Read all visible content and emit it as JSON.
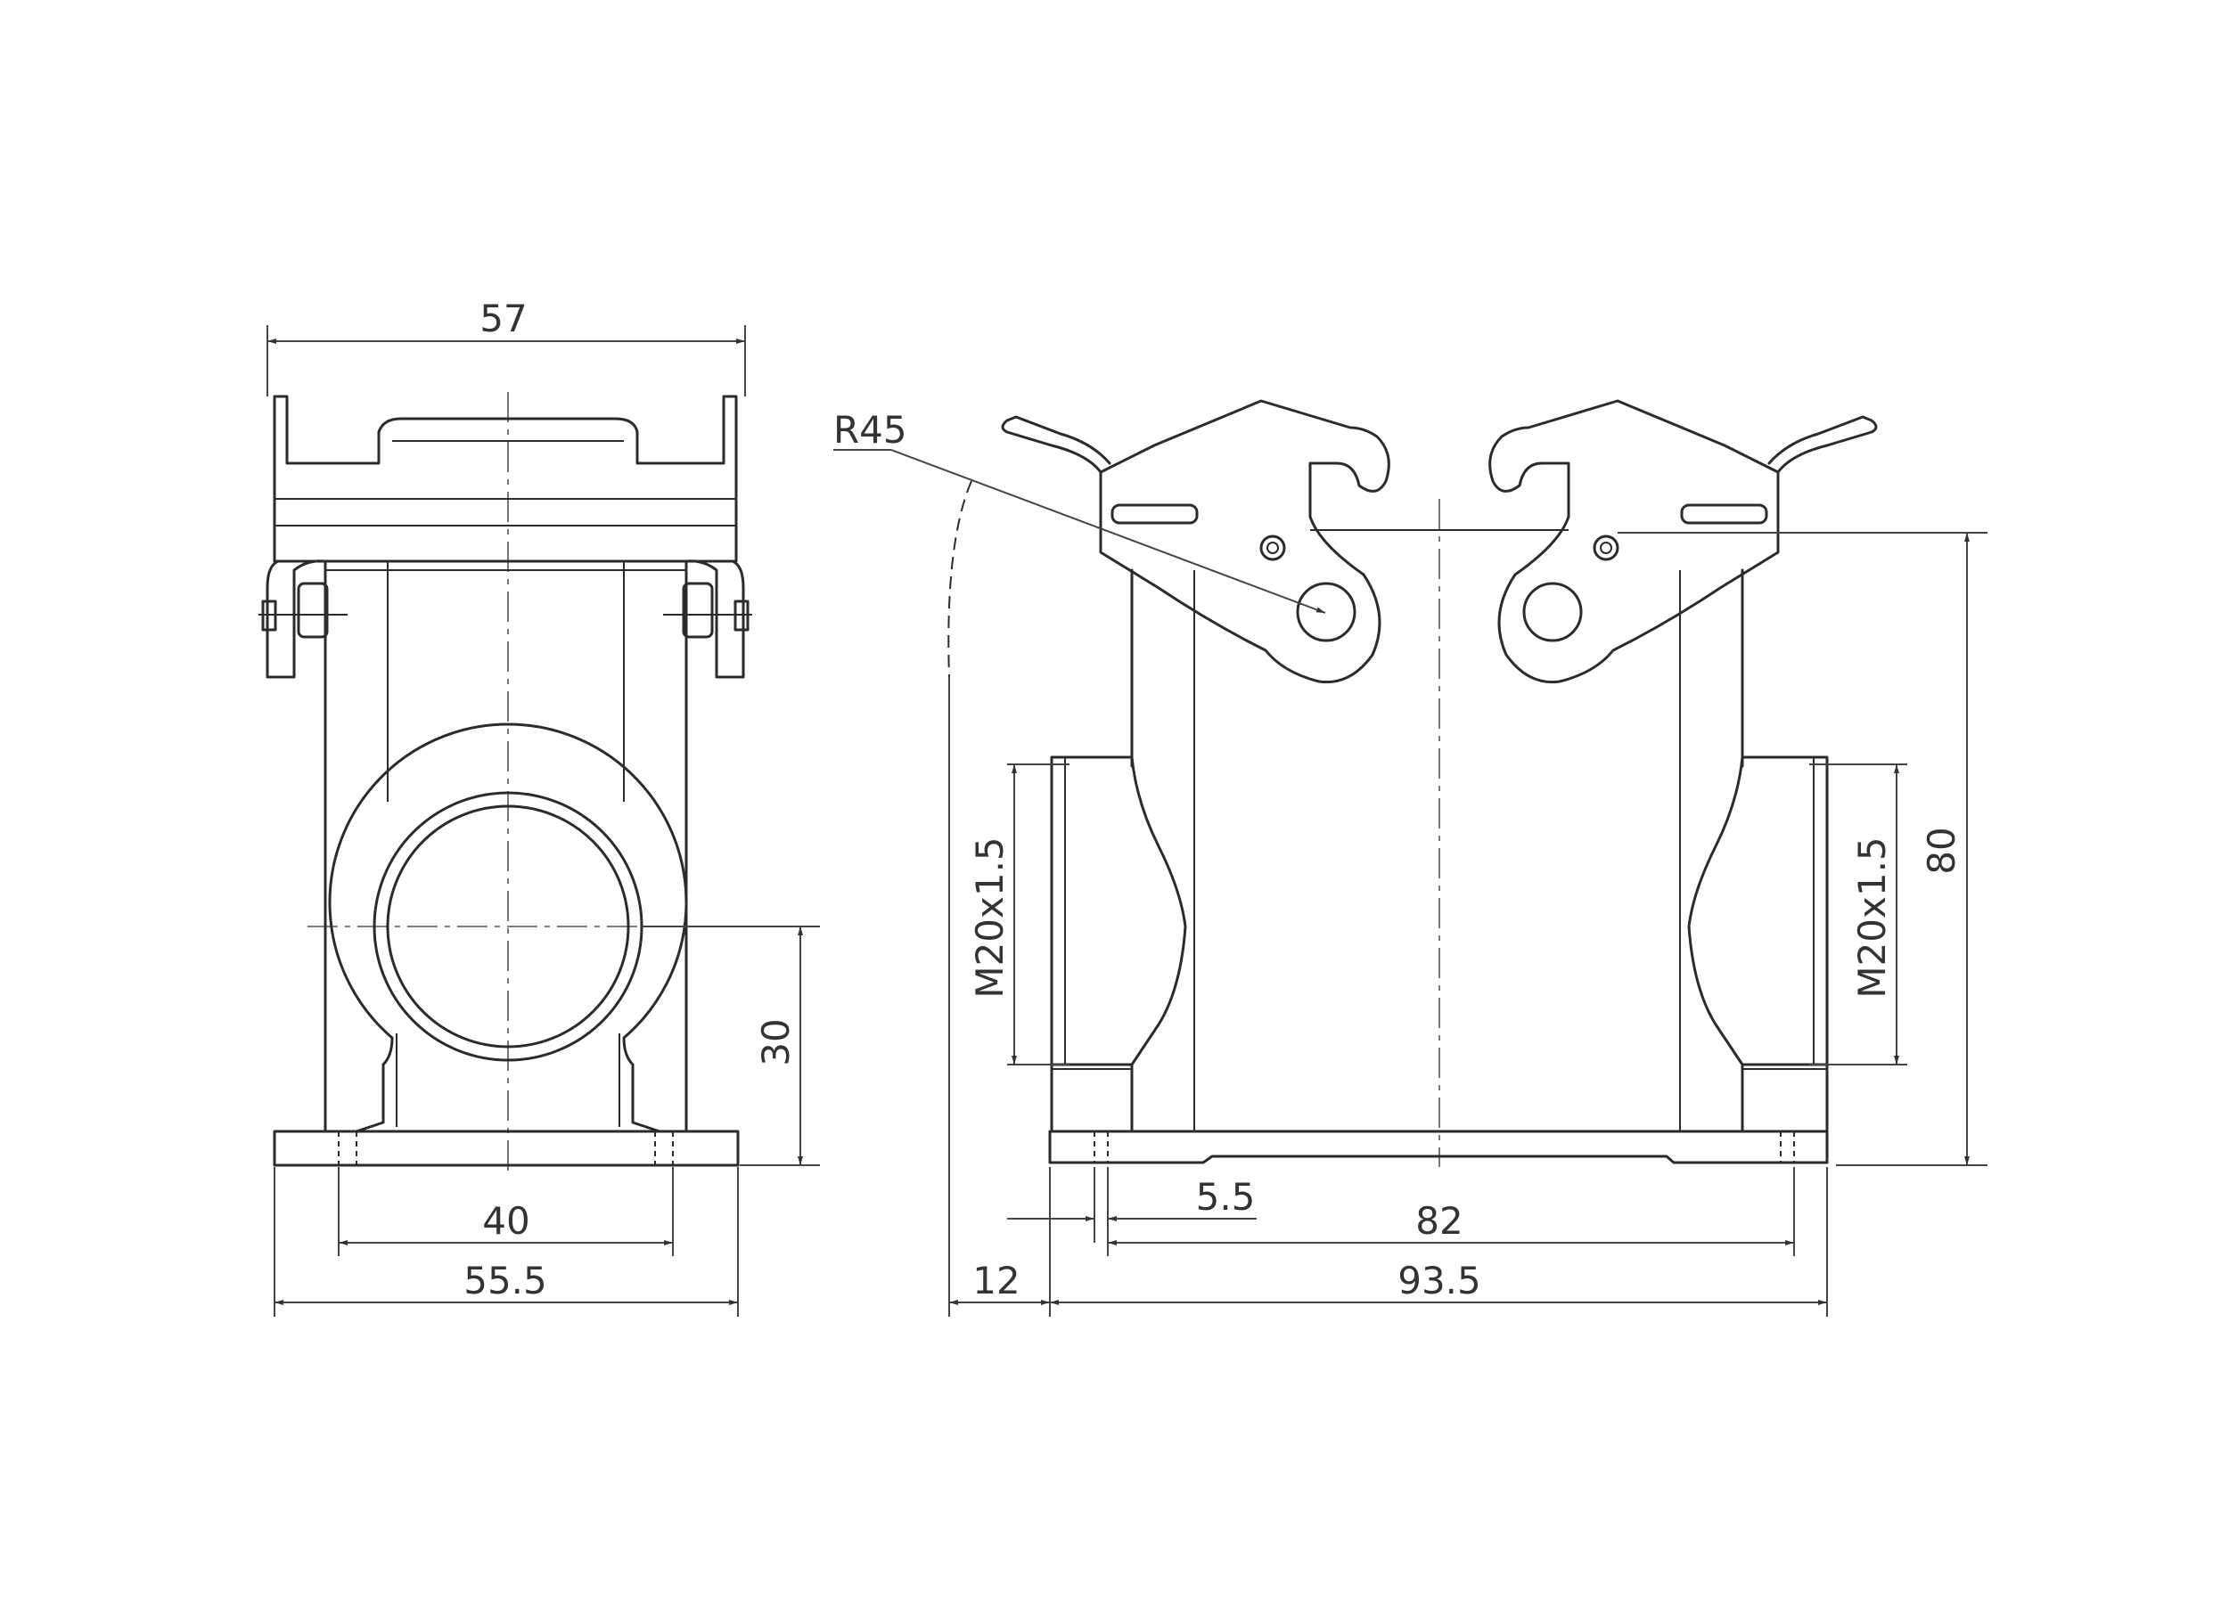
{
  "colors": {
    "background": "#ffffff",
    "line": "#2b2b2b",
    "dimension": "#444444"
  },
  "front_view": {
    "dim_width_top": "57",
    "dim_hole_spacing": "40",
    "dim_base_width": "55.5",
    "dim_entry_height": "30"
  },
  "side_view": {
    "dim_radius": "R45",
    "thread_left": "M20x1.5",
    "thread_right": "M20x1.5",
    "dim_height": "80",
    "dim_hole_diameter": "5.5",
    "dim_hole_spacing": "82",
    "dim_base_length": "93.5",
    "dim_offset": "12"
  }
}
